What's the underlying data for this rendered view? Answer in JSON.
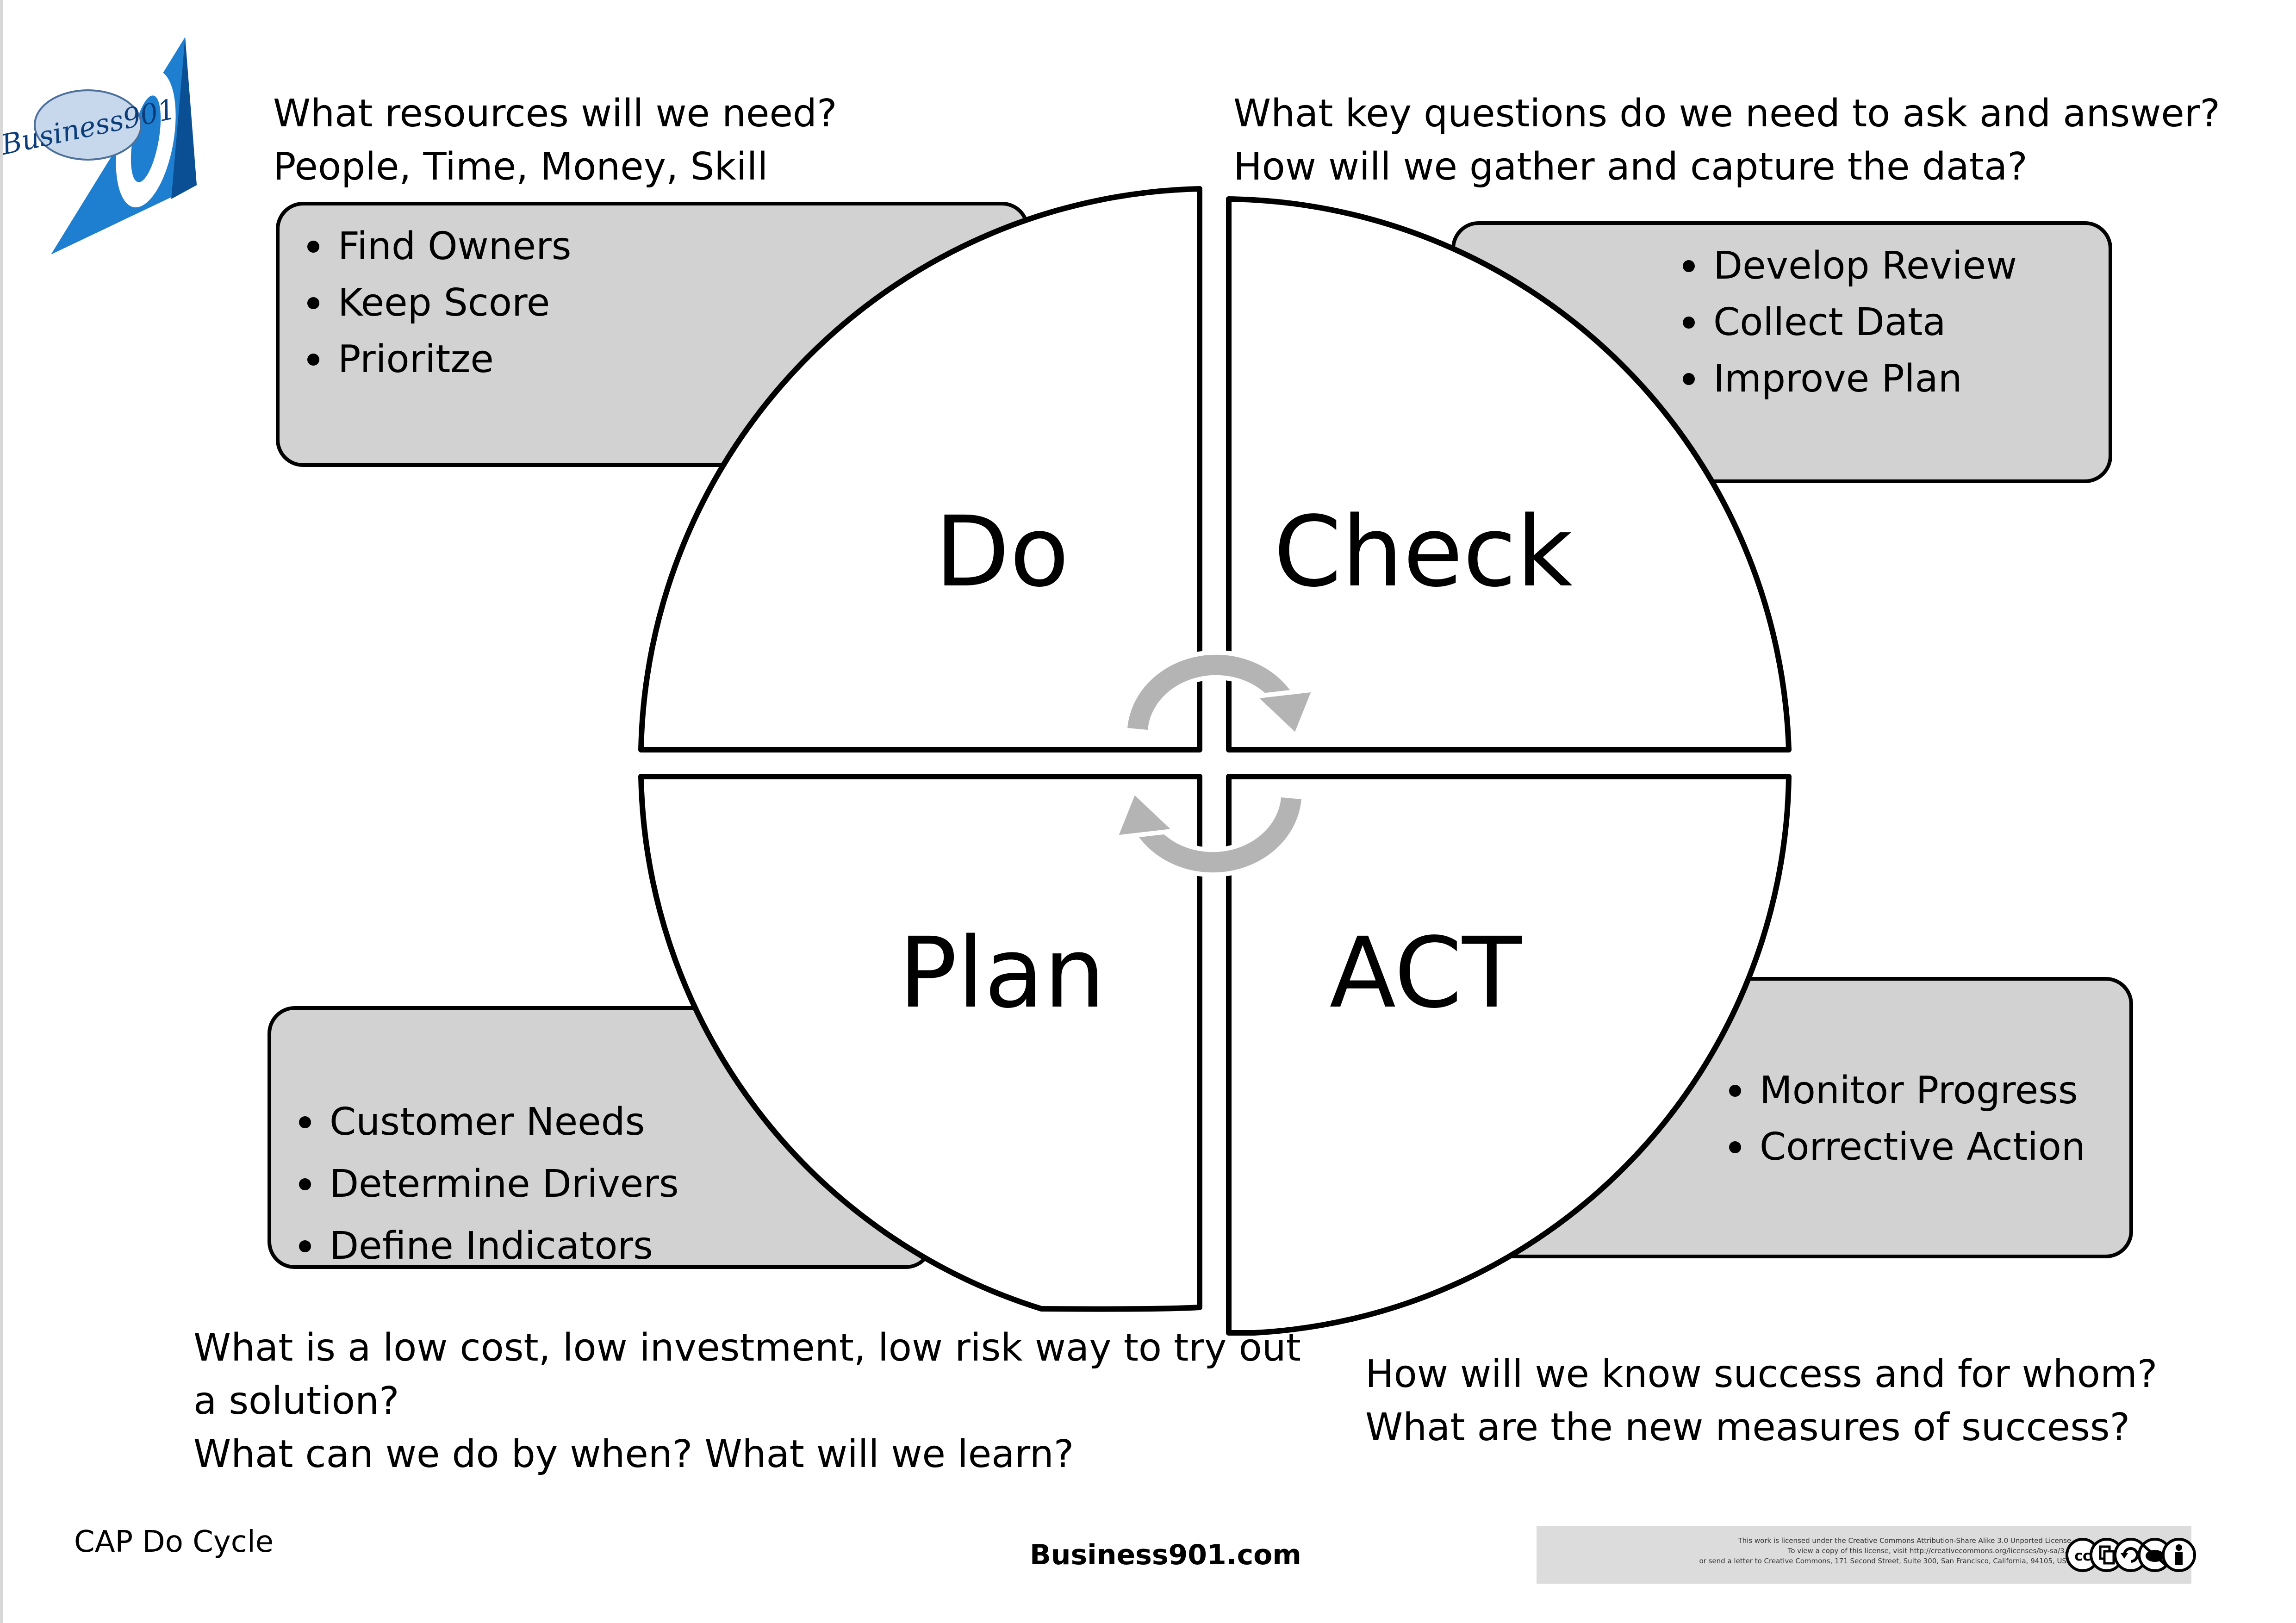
{
  "diagram": {
    "quadrants": [
      {
        "id": "do",
        "label": "Do"
      },
      {
        "id": "check",
        "label": "Check"
      },
      {
        "id": "plan",
        "label": "Plan"
      },
      {
        "id": "act",
        "label": "ACT"
      }
    ],
    "questions": {
      "do": [
        "What resources will we need?",
        "People, Time, Money, Skill"
      ],
      "check": [
        "What key questions do we need to ask and answer?",
        "How will we gather and capture the data?"
      ],
      "plan": [
        "What is a low cost, low investment, low risk way to try out",
        "a solution?",
        "What can we do by when?  What will we learn?"
      ],
      "act": [
        "How will we know success and for whom?",
        "What are the new measures of success?"
      ]
    },
    "boxes": {
      "do": [
        "Find Owners",
        "Keep Score",
        "Prioritze"
      ],
      "check": [
        "Develop Review",
        "Collect Data",
        "Improve Plan"
      ],
      "plan": [
        "Customer Needs",
        "Determine Drivers",
        "Define Indicators"
      ],
      "act": [
        "Monitor Progress",
        "Corrective Action"
      ]
    },
    "colors": {
      "box_fill": "#d2d2d2",
      "stroke": "#000000",
      "arrow": "#b4b4b4"
    }
  },
  "logo": {
    "text": "Business901"
  },
  "footer": {
    "left": "CAP Do Cycle",
    "center": "Business901.com",
    "license_text": [
      "This work is licensed under the Creative Commons Attribution-Share Alike 3.0 Unported License.",
      "To view a copy of this license, visit http://creativecommons.org/licenses/by-sa/3.0/",
      "or send a letter to Creative Commons, 171 Second Street, Suite 300, San Francisco, California, 94105, USA."
    ],
    "license_icons": [
      "cc-icon",
      "copy-icon",
      "share-alike-icon",
      "noncommercial-icon",
      "attribution-icon"
    ]
  }
}
